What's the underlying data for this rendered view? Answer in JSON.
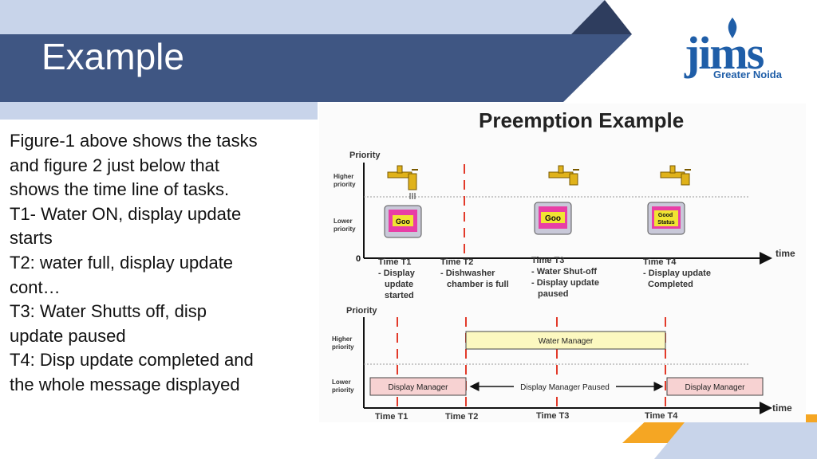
{
  "slide": {
    "title": "Example",
    "logo": {
      "main": "jims",
      "sub": "Greater Noida"
    },
    "body_lines": [
      "Figure-1 above shows the tasks",
      "and figure 2 just below that",
      "shows the time line of tasks.",
      "T1- Water ON, display update",
      "starts",
      "T2: water full, display update",
      "cont…",
      "T3: Water Shutts off, disp",
      "update paused",
      "T4: Disp update completed and",
      "the whole message displayed"
    ]
  },
  "diagram": {
    "title": "Preemption Example",
    "top": {
      "y_axis": "Priority",
      "higher": [
        "Higher",
        "priority"
      ],
      "lower": [
        "Lower",
        "priority"
      ],
      "zero": "0",
      "x_axis": "time",
      "screens": [
        [
          "Goo"
        ],
        [
          "Goo"
        ],
        [
          "Good",
          "Status"
        ]
      ],
      "events": [
        {
          "lines": [
            "Time T1",
            "- Display",
            "update",
            "started"
          ]
        },
        {
          "lines": [
            "Time T2",
            "- Dishwasher",
            "chamber is full"
          ]
        },
        {
          "lines": [
            "Time T3",
            "- Water Shut-off",
            "- Display update",
            "paused"
          ]
        },
        {
          "lines": [
            "Time T4",
            "- Display update",
            "Completed"
          ]
        }
      ]
    },
    "bottom": {
      "y_axis": "Priority",
      "higher": [
        "Higher",
        "priority"
      ],
      "lower": [
        "Lower",
        "priority"
      ],
      "x_axis": "time",
      "water_manager": "Water Manager",
      "display_manager_1": "Display Manager",
      "display_manager_paused": "Display Manager Paused",
      "display_manager_2": "Display Manager",
      "time_labels": [
        "Time T1",
        "Time T2",
        "Time T3",
        "Time T4"
      ]
    },
    "colors": {
      "header": "#3f5683",
      "accent_light": "#c8d4ea",
      "dashed_red": "#e23a2a",
      "water_bar": "#fcf8c0",
      "display_bar": "#f7d2d2",
      "orange": "#f5a623"
    }
  }
}
